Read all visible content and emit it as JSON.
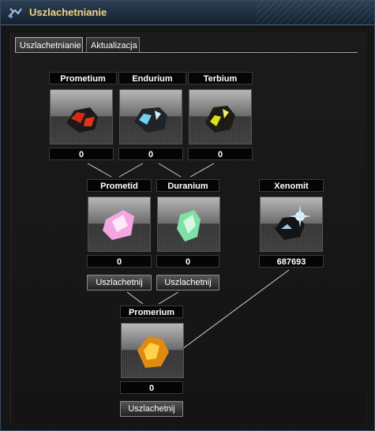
{
  "window": {
    "title": "Uszlachetnianie"
  },
  "tabs": [
    {
      "label": "Uszlachetnianie",
      "active": true
    },
    {
      "label": "Aktualizacja",
      "active": false
    }
  ],
  "resources": {
    "prometium": {
      "name": "Prometium",
      "count": "0",
      "icon": "red-ore-icon"
    },
    "endurium": {
      "name": "Endurium",
      "count": "0",
      "icon": "blue-ore-icon"
    },
    "terbium": {
      "name": "Terbium",
      "count": "0",
      "icon": "yellow-ore-icon"
    },
    "prometid": {
      "name": "Prometid",
      "count": "0",
      "icon": "pink-crystal-icon",
      "button": "Uszlachetnij"
    },
    "duranium": {
      "name": "Duranium",
      "count": "0",
      "icon": "green-crystal-icon",
      "button": "Uszlachetnij"
    },
    "xenomit": {
      "name": "Xenomit",
      "count": "687693",
      "icon": "xenomit-ore-icon"
    },
    "promerium": {
      "name": "Promerium",
      "count": "0",
      "icon": "orange-crystal-icon",
      "button": "Uszlachetnij"
    }
  },
  "colors": {
    "title": "#f2d38a",
    "background": "#151515",
    "connector": "#d0d0d0"
  }
}
